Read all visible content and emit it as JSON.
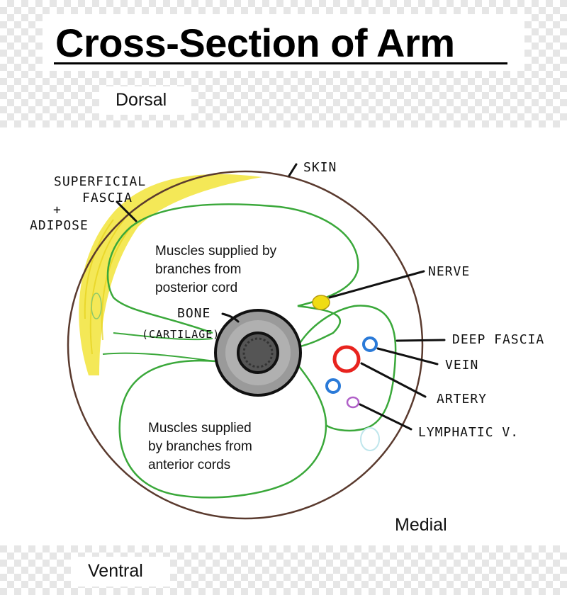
{
  "title": "Cross-Section of Arm",
  "orientation": {
    "dorsal": "Dorsal",
    "medial": "Medial",
    "ventral": "Ventral"
  },
  "regions": {
    "posterior": [
      "Muscles supplied by",
      "branches from",
      "posterior cord"
    ],
    "anterior": [
      "Muscles supplied",
      "by branches from",
      "anterior cords"
    ]
  },
  "labels": {
    "skin": "SKIN",
    "superficial_fascia": [
      "SUPERFICIAL",
      "FASCIA",
      "+",
      "ADIPOSE"
    ],
    "bone": [
      "BONE",
      "(CARTILAGE)"
    ],
    "nerve": "NERVE",
    "deep_fascia": "DEEP FASCIA",
    "vein": "VEIN",
    "artery": "ARTERY",
    "lymphatic": "LYMPHATIC V."
  },
  "colors": {
    "skin": "#5a3a2e",
    "fascia": "#3aa83a",
    "adipose": "#f2e43a",
    "nerve": "#f0dc14",
    "vein": "#2a7ad8",
    "artery": "#e8231e",
    "lymphatic": "#b060c8",
    "bone": "#9a9a9a"
  }
}
